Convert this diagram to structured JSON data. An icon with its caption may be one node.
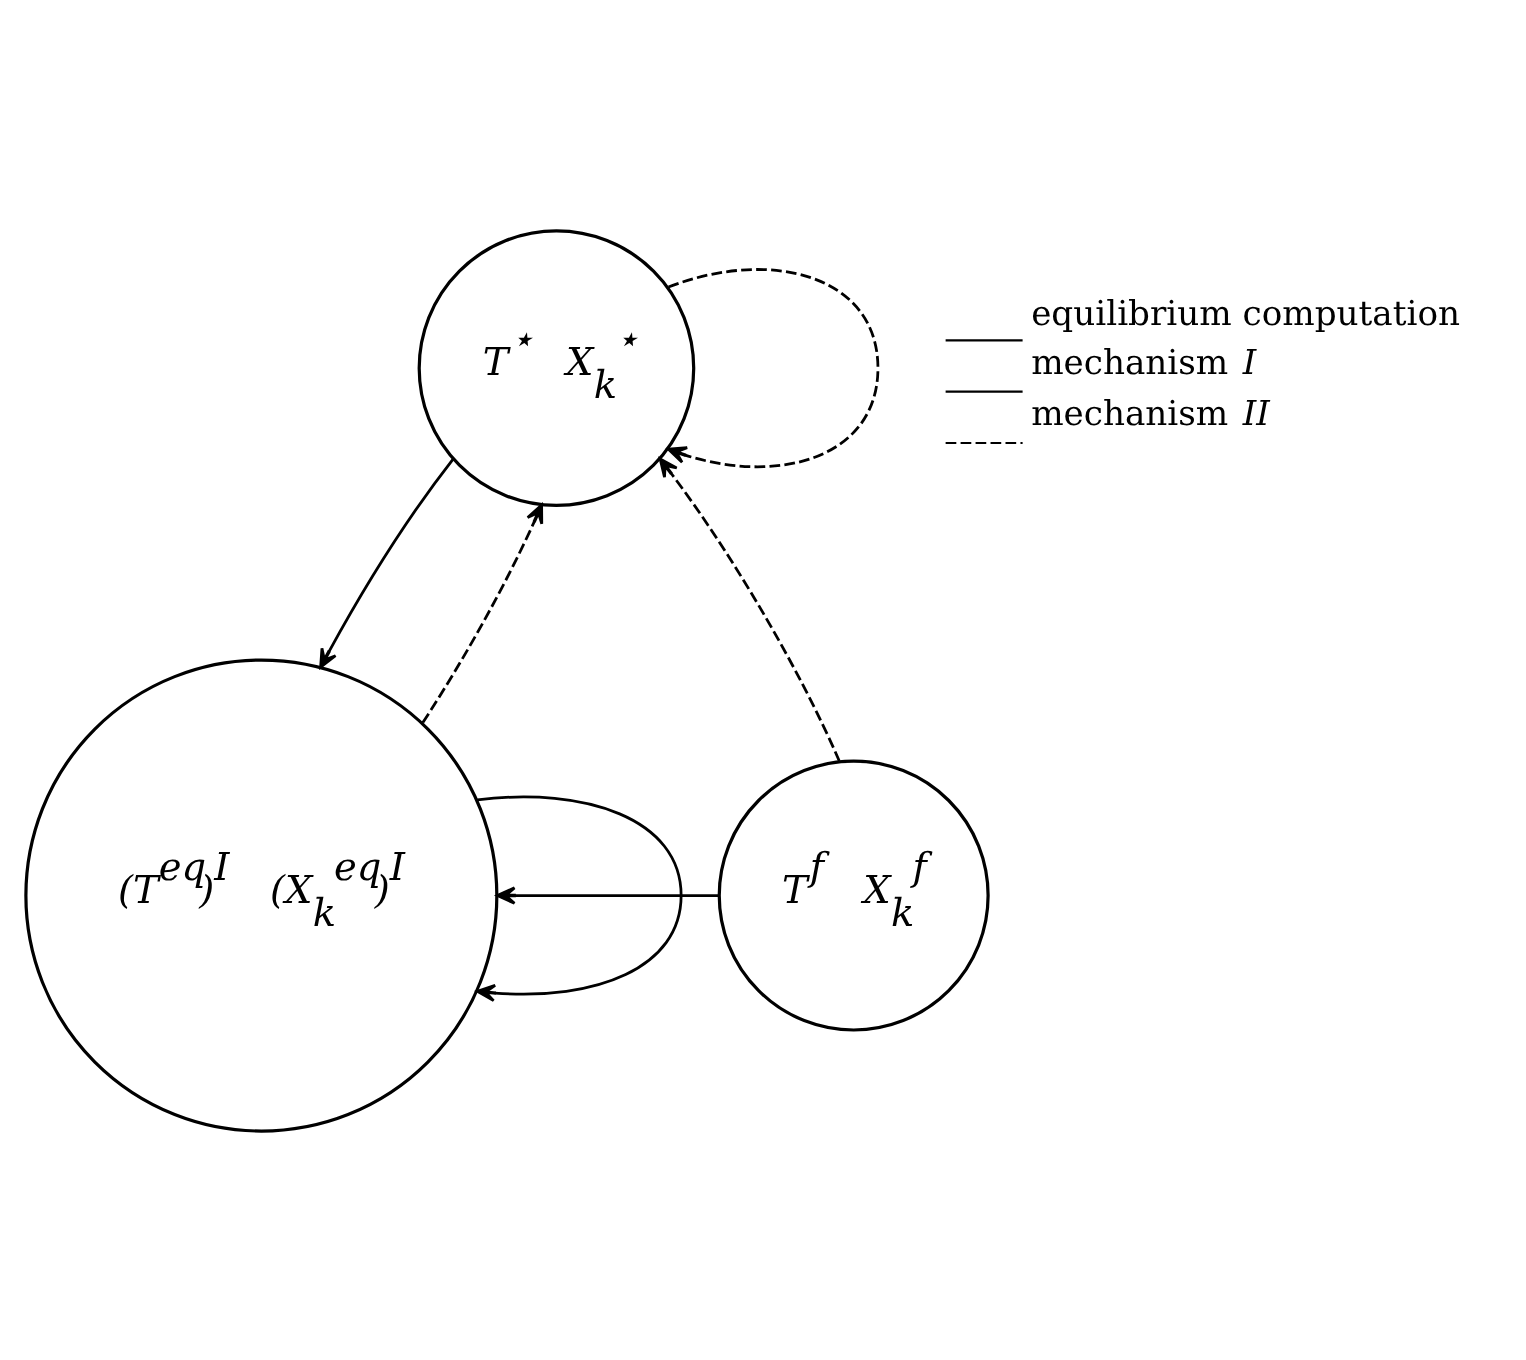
{
  "diagram": {
    "nodes": [
      {
        "text": [
          "T$^{⋆}$",
          "X$_{k}$$^{⋆}$"
        ]
      },
      {
        "text": [
          "(T$^{eq}$)$^{I}$",
          "(X$_{k}$$^{eq}$)$^{I}$"
        ]
      },
      {
        "text": [
          "T$^{f}$",
          "X$_{k}$$^{f}$"
        ]
      }
    ],
    "edges": [
      {
        "from": 0,
        "to": 0,
        "arrow": "to",
        "style": "dashed"
      },
      {
        "from": 0,
        "to": 1,
        "arrow": "to"
      },
      {
        "from": 1,
        "to": 0,
        "arrow": "to",
        "style": "dashed"
      },
      {
        "from": 2,
        "to": 0,
        "arrow": "to",
        "style": "dashed"
      },
      {
        "from": 2,
        "to": 1,
        "arrow": "to"
      },
      {
        "from": 1,
        "to": 1,
        "arrow": "to"
      }
    ],
    "legend": [
      {
        "text": "equilibrium computation"
      },
      {
        "text": "mechanism *I*"
      },
      {
        "text": "mechanism *II*"
      }
    ]
  }
}
